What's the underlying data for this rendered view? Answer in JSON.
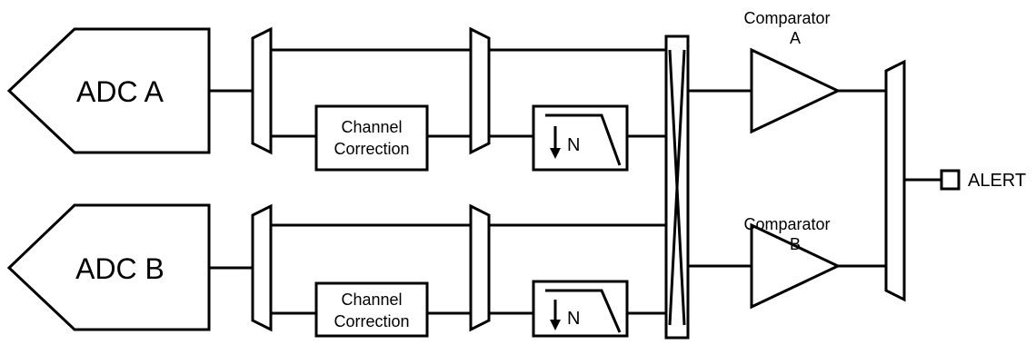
{
  "adc_a": {
    "label": "ADC A"
  },
  "adc_b": {
    "label": "ADC B"
  },
  "channel_correction_a": {
    "line1": "Channel",
    "line2": "Correction"
  },
  "channel_correction_b": {
    "line1": "Channel",
    "line2": "Correction"
  },
  "decimator_a": {
    "label": "N"
  },
  "decimator_b": {
    "label": "N"
  },
  "comparator_a": {
    "line1": "Comparator",
    "line2": "A"
  },
  "comparator_b": {
    "line1": "Comparator",
    "line2": "B"
  },
  "alert": {
    "label": "ALERT"
  }
}
